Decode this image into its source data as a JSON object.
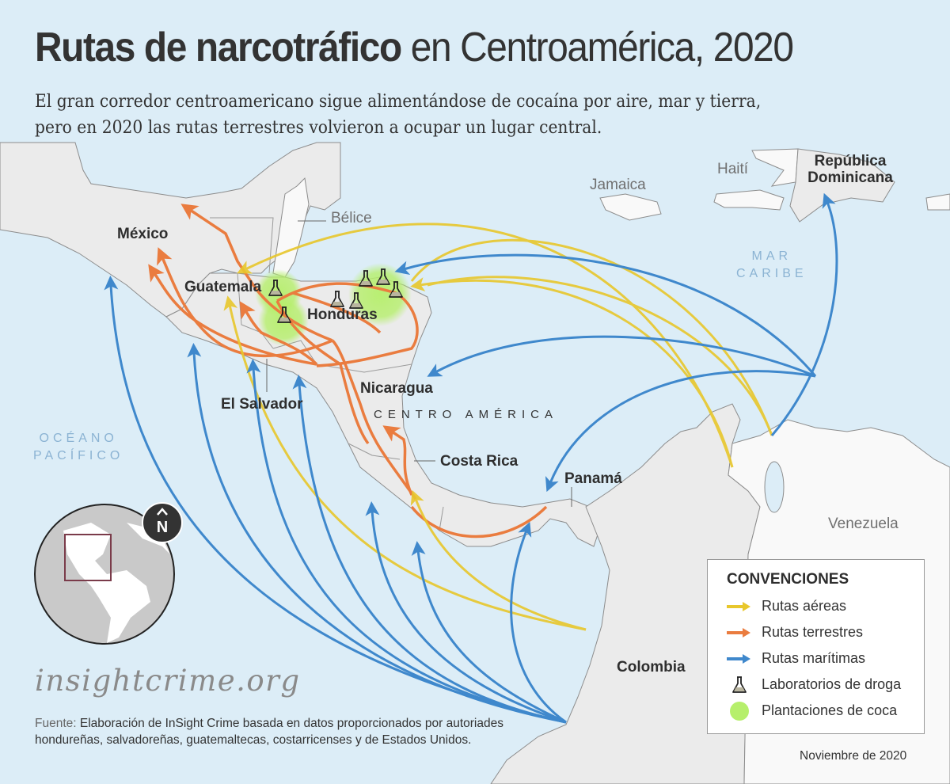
{
  "header": {
    "title_bold": "Rutas de narcotráfico",
    "title_regular": " en Centroamérica, 2020",
    "subtitle_line1": "El gran corredor centroamericano sigue alimentándose de cocaína por aire, mar y tierra,",
    "subtitle_line2": "pero en 2020 las rutas terrestres volvieron a ocupar un lugar central."
  },
  "map": {
    "labels": {
      "mexico": "México",
      "belice": "Bélice",
      "guatemala": "Guatemala",
      "honduras": "Honduras",
      "el_salvador": "El Salvador",
      "nicaragua": "Nicaragua",
      "costa_rica": "Costa Rica",
      "panama": "Panamá",
      "colombia": "Colombia",
      "venezuela": "Venezuela",
      "jamaica": "Jamaica",
      "haiti": "Haití",
      "rep_dom_1": "República",
      "rep_dom_2": "Dominicana",
      "mar_caribe_1": "MAR",
      "mar_caribe_2": "CARIBE",
      "oceano_1": "OCÉANO",
      "oceano_2": "PACÍFICO",
      "centroamerica": "CENTRO AMÉRICA"
    },
    "colors": {
      "sea": "#dcedf7",
      "land_gray": "#ebebeb",
      "land_white": "#f9f9f9",
      "border": "#8c8c8c",
      "air_route": "#e8c72c",
      "land_route": "#ea7c3f",
      "sea_route": "#3f88cc",
      "coca": "#b6ef6c",
      "lab_fill": "#b9b59f"
    },
    "north_label": "N"
  },
  "legend": {
    "title": "CONVENCIONES",
    "items": [
      {
        "label": "Rutas aéreas",
        "symbol": "yellow-arrow"
      },
      {
        "label": "Rutas terrestres",
        "symbol": "orange-arrow"
      },
      {
        "label": "Rutas marítimas",
        "symbol": "blue-arrow"
      },
      {
        "label": "Laboratorios de droga",
        "symbol": "flask-icon"
      },
      {
        "label": "Plantaciones de coca",
        "symbol": "green-circle"
      }
    ]
  },
  "footer": {
    "brand": "insightcrime.org",
    "source_label": "Fuente:",
    "source_text": " Elaboración de InSight Crime basada en datos proporcionados por autoriades hondureñas, salvadoreñas, guatemaltecas, costarricenses y de Estados Unidos.",
    "date": "Noviembre de 2020"
  }
}
